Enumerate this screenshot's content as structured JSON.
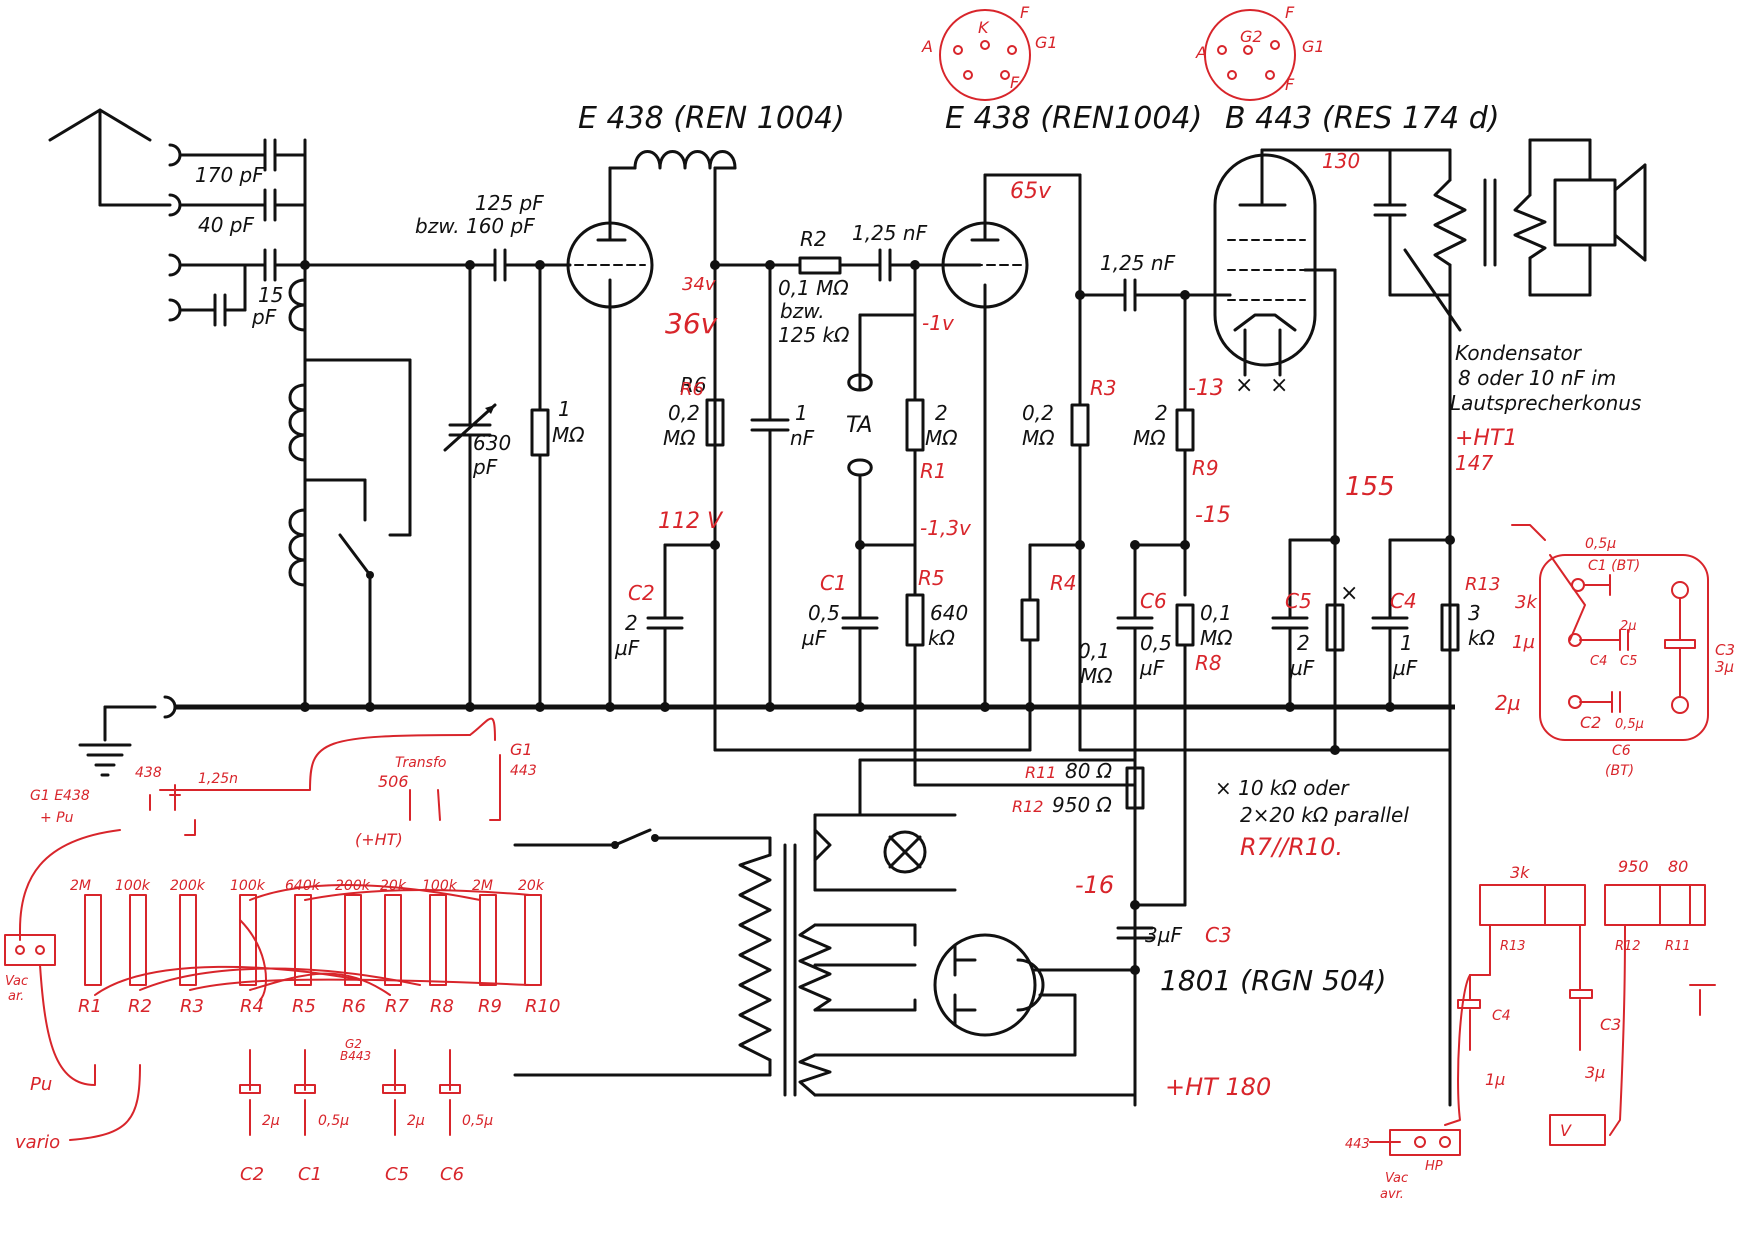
{
  "tubes": {
    "v1": "E 438 (REN 1004)",
    "v2": "E 438 (REN1004)",
    "v3": "B 443 (RES 174 d)",
    "rect": "1801 (RGN 504)"
  },
  "pinout": {
    "a": {
      "A": "A",
      "K": "K",
      "G1": "G1",
      "F1": "F",
      "F2": "F"
    },
    "b": {
      "A": "A",
      "G2": "G2",
      "G1": "G1",
      "F1": "F",
      "F2": "F"
    }
  },
  "antenna": {
    "c1": "170 pF",
    "c2": "40 pF",
    "c3": "15",
    "c3b": "pF"
  },
  "tuning": {
    "ccoup": "125 pF",
    "ccoup2": "bzw. 160 pF",
    "cvar": "630",
    "cvar2": "pF",
    "rgrid": "1",
    "rgrid2": "MΩ"
  },
  "stage1": {
    "r2name": "R2",
    "r2v": "0,1 MΩ",
    "r2v2": "bzw.",
    "r2v3": "125 kΩ",
    "c125": "1,25 nF",
    "cnf": "1",
    "cnf2": "nF",
    "r6name": "R6",
    "r6v": "0,2",
    "r6v2": "MΩ",
    "c2name": "C2",
    "c2v": "2",
    "c2v2": "µF",
    "ta": "TA",
    "r1name": "R1",
    "r1v": "2",
    "r1v2": "MΩ",
    "c1name": "C1",
    "c1v": "0,5",
    "c1v2": "µF",
    "r5name": "R5",
    "r5v": "640",
    "r5v2": "kΩ"
  },
  "stage2": {
    "c125b": "1,25 nF",
    "r3name": "R3",
    "r3v": "0,2",
    "r3v2": "MΩ",
    "r9v": "2",
    "r9v2": "MΩ",
    "r9name": "R9",
    "r4name": "R4",
    "r4v": "0,1",
    "r4v2": "MΩ",
    "c6name": "C6",
    "c6v": "0,5",
    "c6v2": "µF",
    "r8v": "0,1",
    "r8v2": "MΩ",
    "r8name": "R8",
    "c5name": "C5",
    "c5v": "2",
    "c5v2": "µF",
    "x": "×",
    "c4name": "C4",
    "c4v": "1",
    "c4v2": "µF",
    "r13name": "R13",
    "r13v": "3",
    "r13v2": "kΩ"
  },
  "speaker": {
    "note1": "Kondensator",
    "note2": "8 oder 10 nF im",
    "note3": "Lautsprecherkonus"
  },
  "supply": {
    "r11": "R11",
    "r11v": "80 Ω",
    "r12": "R12",
    "r12v": "950 Ω",
    "xnote1": "× 10 kΩ oder",
    "xnote2": "2×20 kΩ parallel",
    "c3v": "3µF",
    "c3name": "C3"
  },
  "voltages": {
    "v34": "34v",
    "v36": "36v",
    "vm1": "-1v",
    "v112": "112 V",
    "vm13": "-1,3v",
    "v65": "65v",
    "v130": "130",
    "vm13b": "-13",
    "vm15": "-15",
    "v155": "155",
    "ht1": "+HT1",
    "ht1v": "147",
    "vm16": "-16",
    "ht": "+HT 180",
    "r7r10": "R7//R10."
  },
  "lower_left": {
    "g1e438": "G1 E438",
    "pu": "+ Pu",
    "n438": "438",
    "c125n": "1,25n",
    "transfo": "Transfo",
    "t506": "506",
    "ht": "(+HT)",
    "g1": "G1",
    "g443": "443",
    "vals": [
      "2M",
      "100k",
      "200k",
      "100k",
      "640k",
      "200k",
      "20k",
      "100k",
      "2M",
      "20k"
    ],
    "names": [
      "R1",
      "R2",
      "R3",
      "R4",
      "R5",
      "R6",
      "R7",
      "R8",
      "R9",
      "R10"
    ],
    "vac1": "Vac",
    "vac2": "ar.",
    "pu2": "Pu",
    "vario": "vario",
    "caps": [
      "2µ",
      "0,5µ",
      "2µ",
      "0,5µ"
    ],
    "capnames": [
      "C2",
      "C1",
      "C5",
      "C6"
    ],
    "g2": "G2",
    "g2b": "B443"
  },
  "right_panel": {
    "c05": "0,5µ",
    "c1bt": "C1 (BT)",
    "k3": "3k",
    "u1": "1µ",
    "u2a": "2µ",
    "c4": "C4",
    "c5": "C5",
    "u2": "2µ",
    "c2": "C2",
    "c05b": "0,5µ",
    "c6": "C6",
    "bt": "(BT)",
    "c3": "C3",
    "c3v": "3µ"
  },
  "bottom_right": {
    "k3": "3k",
    "v950": "950",
    "v80": "80",
    "r13": "R13",
    "r12": "R12",
    "r11": "R11",
    "c4": "C4",
    "c4v": "1µ",
    "c3": "C3",
    "c3v": "3µ",
    "v": "V",
    "n443": "443",
    "hp": "HP",
    "vac1": "Vac",
    "vac2": "avr."
  }
}
